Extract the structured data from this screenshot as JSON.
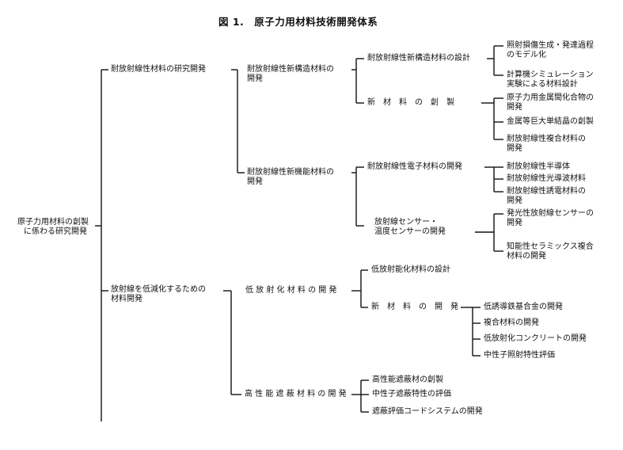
{
  "title": "図 1.　原子力用材料技術開発体系",
  "root": {
    "line1": "原子力用材料の創製",
    "line2": "に係わる研究開発"
  },
  "branch_a": {
    "label": "耐放射線性材料の研究開発",
    "structural": {
      "line1": "耐放射線性新構造材料の",
      "line2": "開発",
      "design": {
        "label": "耐放射線性新構造材料の設計",
        "items": [
          {
            "line1": "照射損傷生成・発達過程",
            "line2": "のモデル化"
          },
          {
            "line1": "計算機シミュレーション",
            "line2": "実験による材料設計"
          }
        ]
      },
      "creation": {
        "label": "新　材　料　の　創　製",
        "items": [
          {
            "line1": "原子力用金属間化合物の",
            "line2": "開発"
          },
          {
            "line1": "金属等巨大単結晶の創製",
            "line2": ""
          },
          {
            "line1": "耐放射線性複合材料の",
            "line2": "開発"
          }
        ]
      }
    },
    "functional": {
      "line1": "耐放射線性新機能材料の",
      "line2": "開発",
      "electronic": {
        "label": "耐放射線性電子材料の開発",
        "items": [
          {
            "line1": "耐放射線性半導体",
            "line2": ""
          },
          {
            "line1": "耐放射線性光導波材料",
            "line2": ""
          },
          {
            "line1": "耐放射線性誘電材料の",
            "line2": "開発"
          }
        ]
      },
      "sensor": {
        "line1": "放射線センサー・",
        "line2": "温度センサーの開発",
        "items": [
          {
            "line1": "発光性放射線センサーの",
            "line2": "開発"
          },
          {
            "line1": "知能性セラミックス複合",
            "line2": "材料の開発"
          }
        ]
      }
    }
  },
  "branch_b": {
    "line1": "放射線を低減化するための",
    "line2": "材料開発",
    "low_activation": {
      "label": "低 放 射 化 材 料 の 開 発",
      "design": "低放射能化材料の設計",
      "newmat": {
        "label": "新　材　料　の　開　発",
        "items": [
          "低誘導鉄基合金の開発",
          "複合材料の開発",
          "低放射化コンクリートの開発",
          "中性子照射特性評価"
        ]
      }
    },
    "shielding": {
      "label": "高 性 能 遮 蔽 材 料 の 開 発",
      "items": [
        "高性能遮蔽材の創製",
        "中性子遮蔽特性の評価",
        "遮蔽評価コードシステムの開発"
      ]
    }
  }
}
